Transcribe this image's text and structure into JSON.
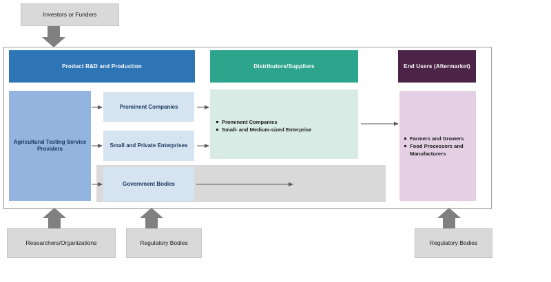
{
  "diagram": {
    "title_hidden": "",
    "external_inputs": [
      {
        "id": "investors",
        "label": "Investors or Funders"
      },
      {
        "id": "researchers",
        "label": "Researchers/Organizations"
      },
      {
        "id": "regulatory-left",
        "label": "Regulatory Bodies"
      },
      {
        "id": "regulatory-right",
        "label": "Regulatory Bodies"
      }
    ],
    "columns": [
      {
        "id": "rd",
        "header": "Product R&D and Production",
        "header_color": "#2E75B6"
      },
      {
        "id": "distributors",
        "header": "Distributors/Suppliers",
        "header_color": "#2DA58C"
      },
      {
        "id": "end-users",
        "header": "End Users (Aftermarket)",
        "header_color": "#4B2447"
      }
    ],
    "nodes": {
      "service_providers": "Agricultural Testing Service Providers",
      "prominent_companies": "Prominent Companies",
      "small_private": "Small and Private Enterprises",
      "government_bodies": "Government Bodies"
    },
    "distributor_items": [
      "Prominent Companies",
      "Small- and Medium-sized Enterprise"
    ],
    "end_user_items": [
      "Farmers and Growers",
      "Food Processors and Manufacturers"
    ],
    "colors": {
      "blue_header": "#2E75B6",
      "teal_header": "#2DA58C",
      "purple_header": "#4B2447",
      "provider_fill": "#92B4DE",
      "mid_fill": "#D6E3F0",
      "distributor_fill": "#D8ECE5",
      "end_user_fill": "#E4CFE4",
      "grey_fill": "#D9D9D9",
      "arrow_grey": "#7F7F7F",
      "arrow_thin": "#595959",
      "frame_border": "#9A9A9A"
    }
  }
}
